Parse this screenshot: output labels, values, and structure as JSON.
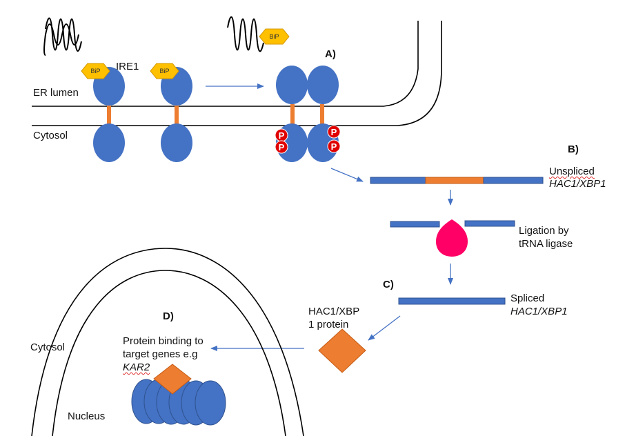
{
  "colors": {
    "domain_blue": "#4472C4",
    "linker_orange": "#ED7D31",
    "bip_yellow": "#FFC000",
    "phospho_red": "#E00000",
    "ligase_pink": "#FF0066",
    "arrow_blue": "#4472C4",
    "line_black": "#000000"
  },
  "labels": {
    "er_lumen": "ER lumen",
    "cytosol_top": "Cytosol",
    "ire1": "IRE1",
    "bip": "BiP",
    "phospho": "P",
    "step_a": "A)",
    "step_b": "B)",
    "step_c": "C)",
    "step_d": "D)",
    "unspliced_word": "Unspliced",
    "unspliced_gene": "HAC1/XBP1",
    "ligation_line1": "Ligation by",
    "ligation_line2": "tRNA ligase",
    "spliced_word": "Spliced",
    "spliced_gene": "HAC1/XBP1",
    "protein_line1": "HAC1/XBP",
    "protein_line2": "1 protein",
    "binding_line1": "Protein binding to",
    "binding_line2": "target genes e.g",
    "binding_gene": "KAR2",
    "cytosol_nucleus": "Cytosol",
    "nucleus": "Nucleus"
  }
}
